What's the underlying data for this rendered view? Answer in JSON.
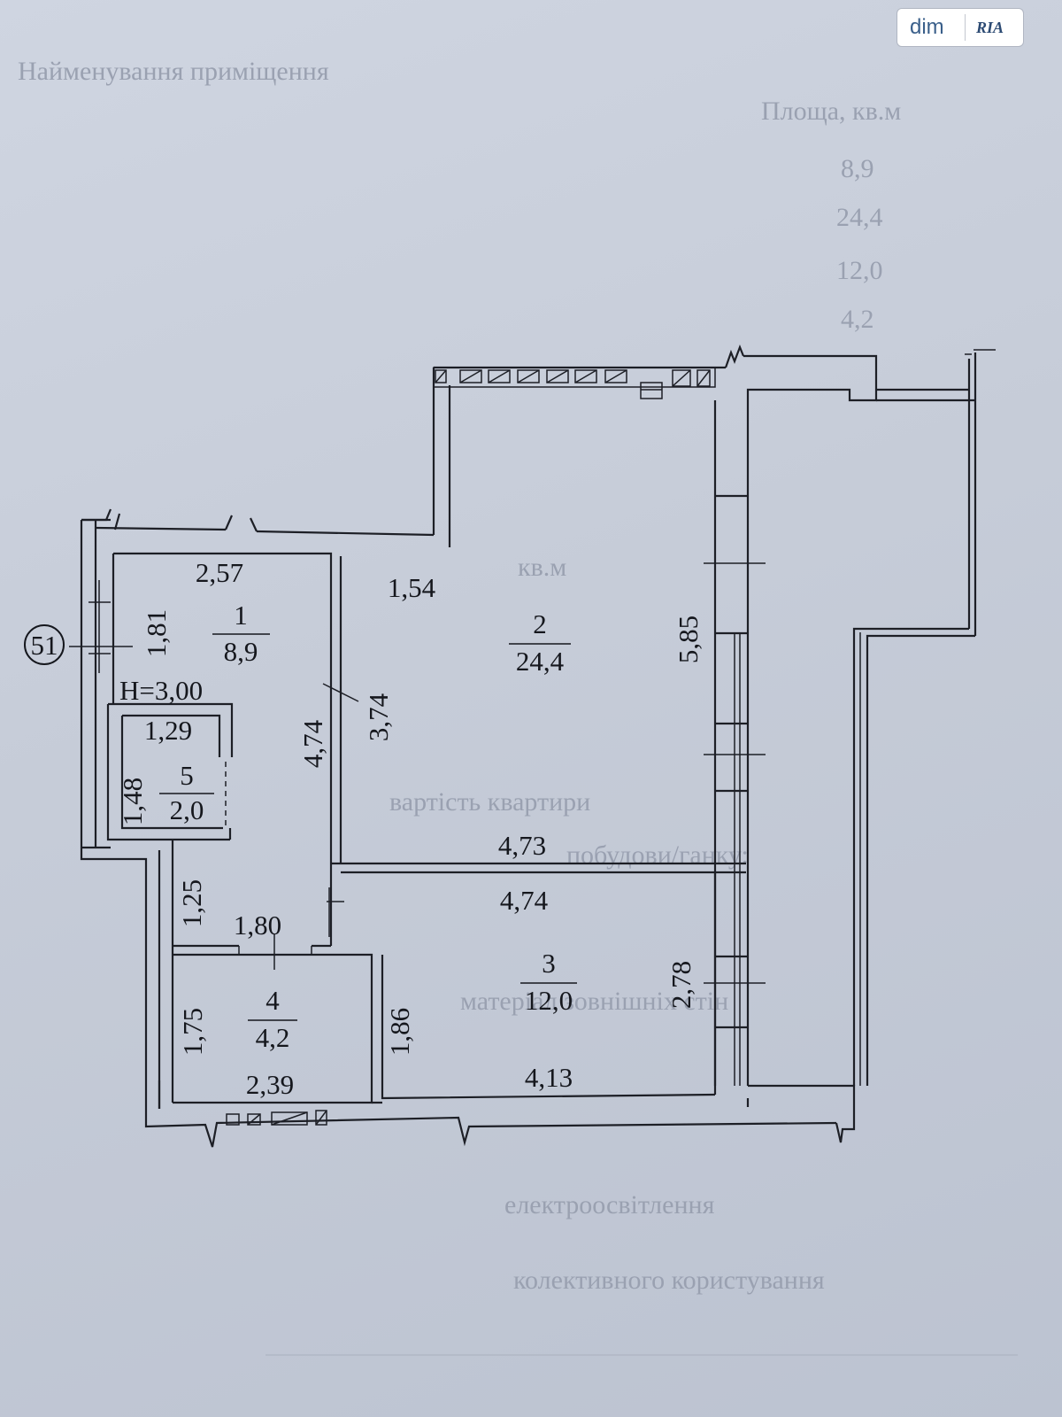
{
  "logo": {
    "dim": "dim",
    "ria": "RIA"
  },
  "axis_marker": "51",
  "ceiling_height": "H=3,00",
  "rooms": [
    {
      "number": "1",
      "area": "8,9"
    },
    {
      "number": "2",
      "area": "24,4"
    },
    {
      "number": "3",
      "area": "12,0"
    },
    {
      "number": "4",
      "area": "4,2"
    },
    {
      "number": "5",
      "area": "2,0"
    }
  ],
  "dimensions": {
    "r1_top": "2,57",
    "r1_side": "1,81",
    "r2_top": "1,54",
    "r2_left": "3,74",
    "r2_right": "5,85",
    "r2_bottom": "4,73",
    "corridor": "4,74",
    "r5_top": "1,29",
    "r5_side": "1,48",
    "hall_side": "1,25",
    "r4_top": "1,80",
    "r4_side": "1,75",
    "r4_bottom": "2,39",
    "r3_top": "4,74",
    "r3_left": "1,86",
    "r3_right": "2,78",
    "r3_bottom": "4,13"
  },
  "background_text": [
    "Найменування приміщення",
    "Площа, кв.м",
    "8,9",
    "24,4",
    "12,0",
    "4,2",
    "кв.м",
    "вартість квартири",
    "побудови/ганку:",
    "матеріал зовнішніх стін",
    "електроосвітлення",
    "колективного користування"
  ]
}
